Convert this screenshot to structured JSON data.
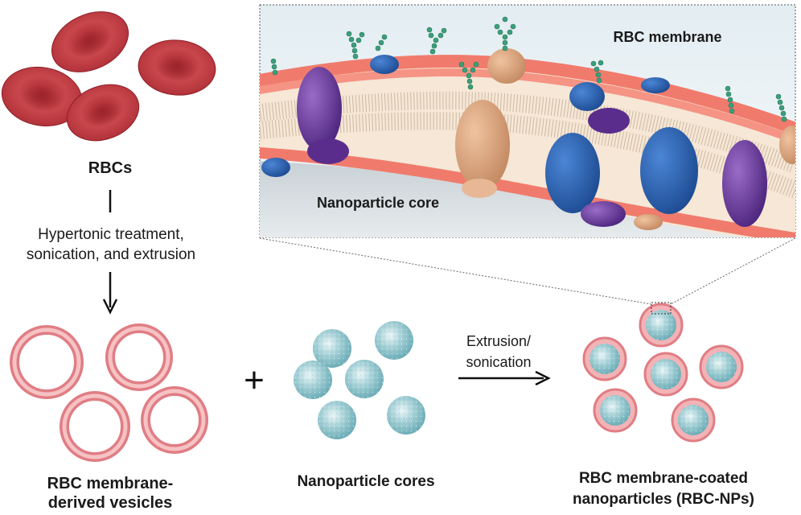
{
  "labels": {
    "rbcs": "RBCs",
    "treatment_line1": "Hypertonic treatment,",
    "treatment_line2": "sonication, and extrusion",
    "vesicles_line1": "RBC membrane-",
    "vesicles_line2": "derived vesicles",
    "plus": "+",
    "cores": "Nanoparticle cores",
    "process_line1": "Extrusion/",
    "process_line2": "sonication",
    "product_line1": "RBC membrane-coated",
    "product_line2": "nanoparticles (RBC-NPs)",
    "inset_membrane": "RBC membrane",
    "inset_core": "Nanoparticle core"
  },
  "colors": {
    "rbc": "#c0393f",
    "rbc_dark": "#8e1f25",
    "vesicle": "#e98a8f",
    "core": "#8fc7cf",
    "lipid_head": "#f07b6c",
    "protein_blue": "#2d63b5",
    "protein_purple": "#6a3c9c",
    "protein_tan": "#d9a27c",
    "glycan": "#3b9e7a"
  }
}
